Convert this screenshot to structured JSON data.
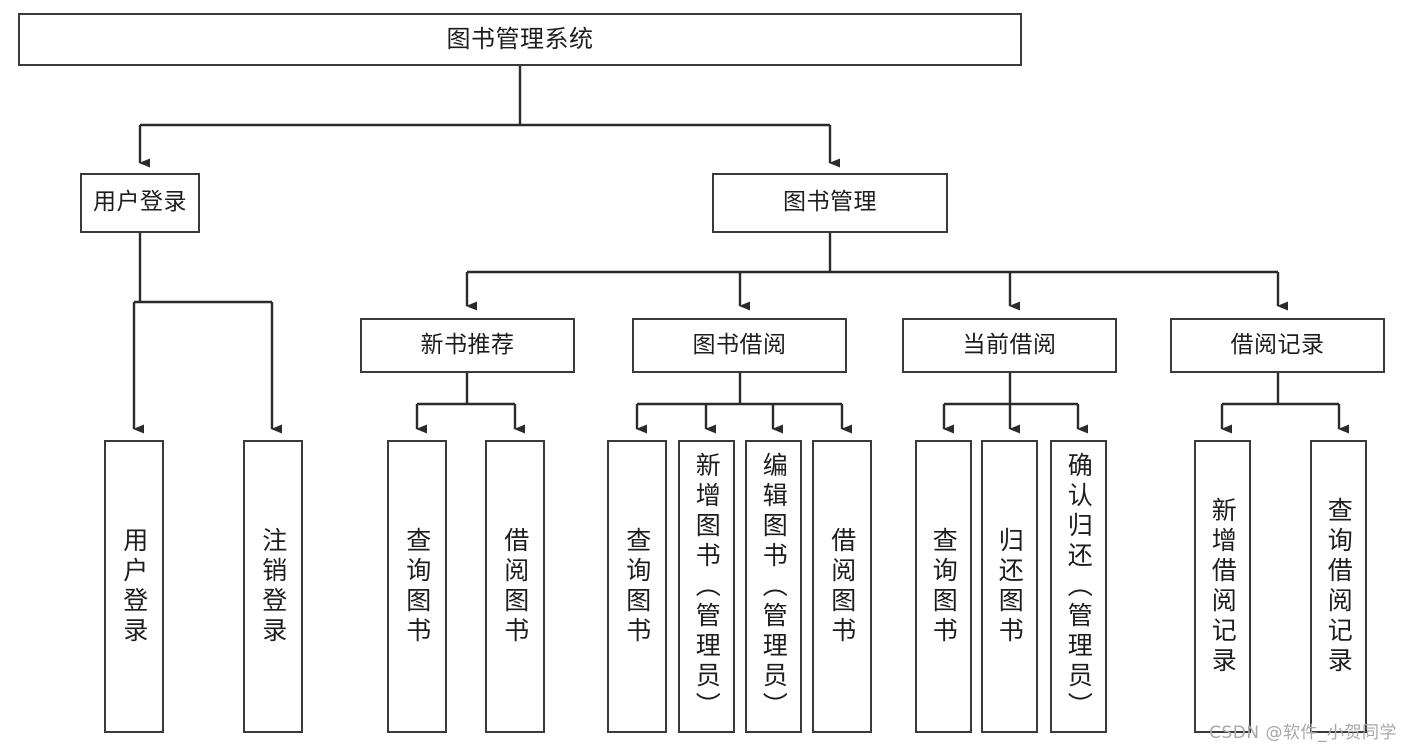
{
  "diagram": {
    "title": "图书管理系统",
    "type": "tree",
    "watermark": "CSDN @软件_小贺同学",
    "stroke_color": "#3a3a3a",
    "fill_color": "#ffffff",
    "text_color": "#1d1d1d",
    "watermark_color": "#a8a8a8"
  },
  "nodes": {
    "root": {
      "label": "图书管理系统",
      "level": 1
    },
    "l2": [
      {
        "id": "user-login",
        "label": "用户登录",
        "level": 2
      },
      {
        "id": "book-manage",
        "label": "图书管理",
        "level": 2
      }
    ],
    "l3": [
      {
        "id": "new-book-recommend",
        "label": "新书推荐",
        "level": 3,
        "parent": "book-manage"
      },
      {
        "id": "book-borrow",
        "label": "图书借阅",
        "level": 3,
        "parent": "book-manage"
      },
      {
        "id": "current-borrow",
        "label": "当前借阅",
        "level": 3,
        "parent": "book-manage"
      },
      {
        "id": "borrow-record",
        "label": "借阅记录",
        "level": 3,
        "parent": "book-manage"
      }
    ],
    "leaves": [
      {
        "id": "leaf-user-login",
        "label": "用户登录",
        "parent": "user-login"
      },
      {
        "id": "leaf-logout-login",
        "label": "注销登录",
        "parent": "user-login"
      },
      {
        "id": "leaf-query-book-1",
        "label": "查询图书",
        "parent": "new-book-recommend"
      },
      {
        "id": "leaf-borrow-book-1",
        "label": "借阅图书",
        "parent": "new-book-recommend"
      },
      {
        "id": "leaf-query-book-2",
        "label": "查询图书",
        "parent": "book-borrow"
      },
      {
        "id": "leaf-add-book",
        "label": "新增图书（管理员）",
        "parent": "book-borrow"
      },
      {
        "id": "leaf-edit-book",
        "label": "编辑图书（管理员）",
        "parent": "book-borrow"
      },
      {
        "id": "leaf-borrow-book-2",
        "label": "借阅图书",
        "parent": "book-borrow"
      },
      {
        "id": "leaf-query-book-3",
        "label": "查询图书",
        "parent": "current-borrow"
      },
      {
        "id": "leaf-return-book",
        "label": "归还图书",
        "parent": "current-borrow"
      },
      {
        "id": "leaf-confirm-return",
        "label": "确认归还（管理员）",
        "parent": "current-borrow"
      },
      {
        "id": "leaf-add-record",
        "label": "新增借阅记录",
        "parent": "borrow-record"
      },
      {
        "id": "leaf-query-record",
        "label": "查询借阅记录",
        "parent": "borrow-record"
      }
    ]
  }
}
